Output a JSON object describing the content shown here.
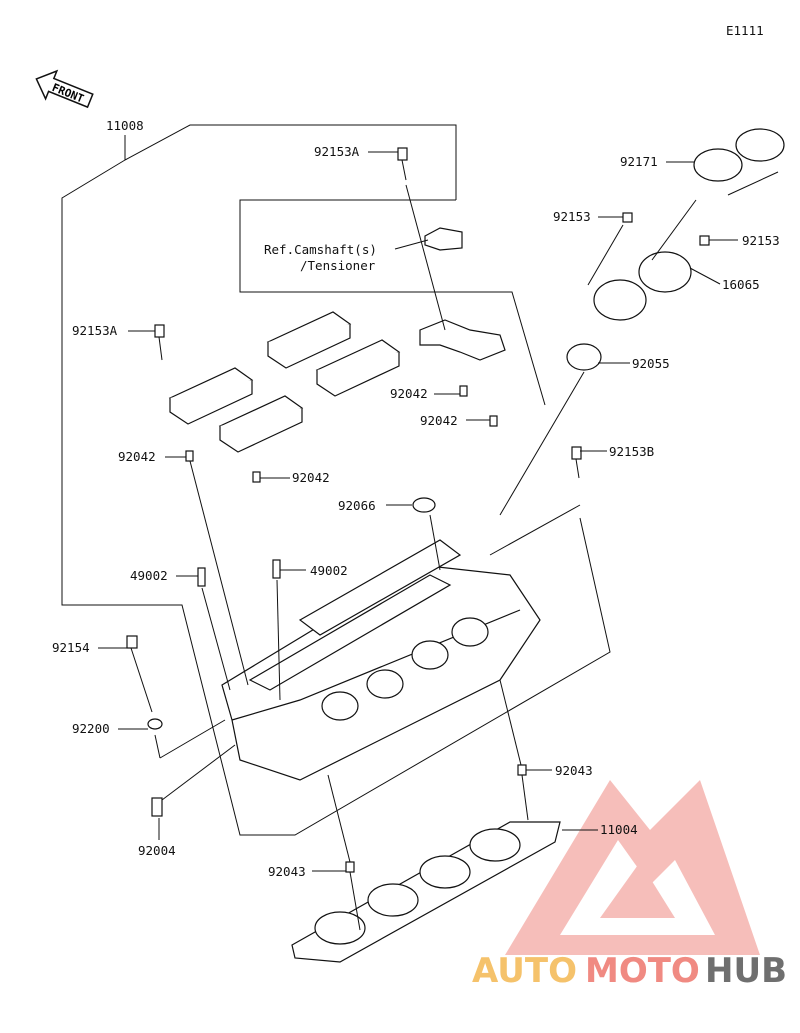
{
  "diagram": {
    "code": "E1111",
    "front_label": "FRONT",
    "ref_note_line1": "Ref.Camshaft(s)",
    "ref_note_line2": "/Tensioner",
    "parts": {
      "p11008": "11008",
      "p92153A_top": "92153A",
      "p92153A_left": "92153A",
      "p92171": "92171",
      "p92153_a": "92153",
      "p92153_b": "92153",
      "p16065": "16065",
      "p92055": "92055",
      "p92042_a": "92042",
      "p92042_b": "92042",
      "p92042_c": "92042",
      "p92042_d": "92042",
      "p92153B": "92153B",
      "p92066": "92066",
      "p49002_a": "49002",
      "p49002_b": "49002",
      "p92154": "92154",
      "p92200": "92200",
      "p92043_a": "92043",
      "p92043_b": "92043",
      "p92004": "92004",
      "p11004": "11004"
    }
  },
  "watermark": {
    "part1": "AUTO",
    "part2": "MOTO",
    "part3": "HUB",
    "color_a": "#f5c26b",
    "color_b": "#f08a82",
    "color_c": "#6f6f6f"
  }
}
